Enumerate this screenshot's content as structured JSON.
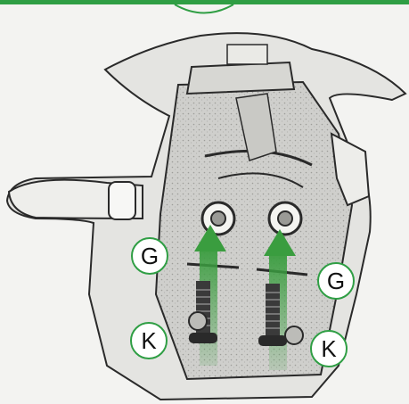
{
  "colors": {
    "accent_green": "#2f9e44",
    "arrow_green": "#3a9d3f",
    "line_dark": "#2a2a2a"
  },
  "callouts": {
    "g_left": "G",
    "g_right": "G",
    "k_left": "K",
    "k_right": "K"
  },
  "icons": {
    "bolt": "bolt-icon",
    "arrow": "up-arrow-icon"
  }
}
